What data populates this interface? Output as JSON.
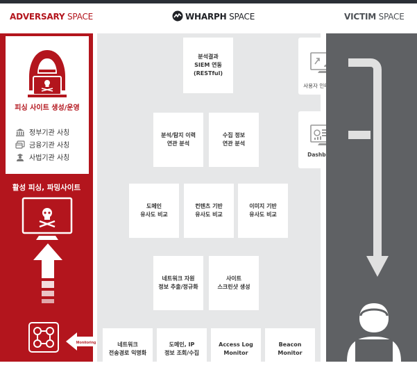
{
  "header": {
    "adversary_bold": "ADVERSARY",
    "adversary_rest": " SPACE",
    "wharph_bold": "WHARPH",
    "wharph_rest": " SPACE",
    "victim_bold": "VICTIM",
    "victim_rest": " SPACE"
  },
  "adversary": {
    "title": "피싱 사이트 생성/운영",
    "items": [
      {
        "label": "정부기관 사칭",
        "icon": "government-building-icon"
      },
      {
        "label": "금융기관 사칭",
        "icon": "bank-card-icon"
      },
      {
        "label": "사법기관 사칭",
        "icon": "police-officer-icon"
      }
    ],
    "active_label": "활성 피싱, 파밍사이트",
    "monitoring_label": "Monitoring"
  },
  "wharph": {
    "boxes": {
      "analysis": "분석결과\nSIEM 연동\n(RESTful)",
      "history": "분석/탐지 이력\n연관 분석",
      "collect": "수집 정보\n연관 분석",
      "domain": "도메인\n유사도 비교",
      "contents": "컨텐츠 기반\n유사도 비교",
      "image": "이미지 기반\n유사도 비교",
      "network": "네트워크 자원\n정보 추출/정규화",
      "site": "사이트\n스크린샷 생성",
      "net_path": "네트워크\n전송경로 익명화",
      "domain_ip": "도메인, IP\n정보 조회/수집",
      "access_log": "Access Log\nMonitor",
      "beacon": "Beacon\nMonitor"
    },
    "side": {
      "user_interface": "사용자 인터페이스",
      "dashboard": "Dashboard"
    }
  },
  "colors": {
    "adversary_red": "#b3151d",
    "panel_gray": "#e6e7e8",
    "victim_dark": "#5f6164"
  }
}
